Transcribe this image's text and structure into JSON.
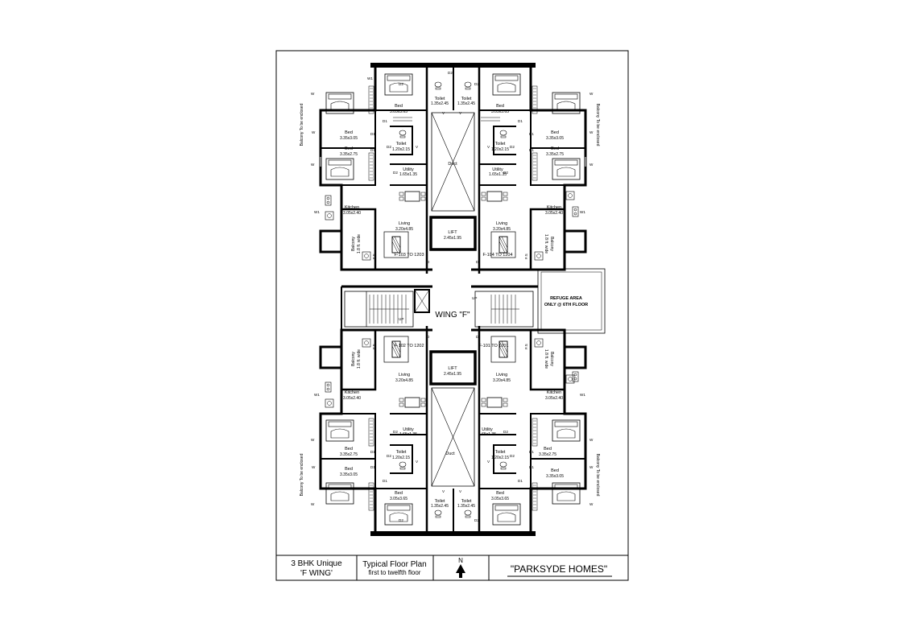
{
  "plan": {
    "wing_label": "WING \"F\"",
    "refuge": {
      "line1": "REFUGE AREA",
      "line2": "ONLY @ 6TH FLOOR"
    },
    "duct_label": "Duct",
    "lift": {
      "name": "LIFT",
      "size": "2.45x1.95"
    },
    "stair_up": "UP",
    "stair_dn": "UP",
    "flats": {
      "tl": "F-103 TO 1203",
      "tr": "F-104 TO 1204",
      "bl": "F-102 TO 1202",
      "br": "F-101 TO 1201"
    },
    "rooms": {
      "bed": "Bed",
      "toilet": "Toilet",
      "utility": "Utility",
      "kitchen": "Kitchen",
      "living": "Living",
      "balcony": "Balcony",
      "bed_a": "3.05x3.65",
      "bed_b": "3.35x3.05",
      "bed_c": "3.35x2.75",
      "toilet_a": "1.35x2.45",
      "toilet_b": "1.20x2.15",
      "utility_size": "1.65x1.35",
      "kitchen_size": "3.05x2.40",
      "living_size": "3.20x4.85",
      "balcony_size": "1.8 ft. wide"
    },
    "balcony_note": "Balcony To be enclosed",
    "marks": {
      "door1": "D1",
      "door2": "D2",
      "door": "D",
      "window": "W",
      "window1": "W1",
      "vent": "V",
      "fs": "F.S"
    }
  },
  "title_block": {
    "unit_line1": "3 BHK Unique",
    "unit_line2": "'F WING'",
    "plan_line1": "Typical Floor Plan",
    "plan_line2": "first to twelfth floor",
    "north": "N",
    "project": "\"PARKSYDE HOMES\""
  }
}
